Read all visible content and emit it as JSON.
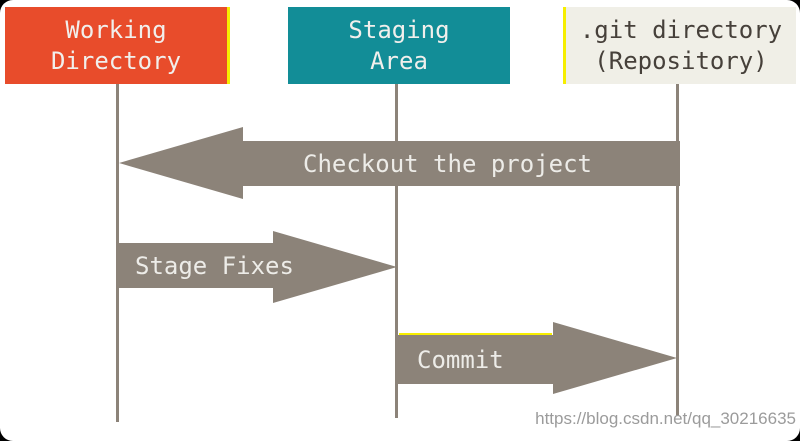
{
  "diagram": {
    "boxes": [
      {
        "name": "working-directory",
        "line1": "Working",
        "line2": "Directory"
      },
      {
        "name": "staging-area",
        "line1": "Staging",
        "line2": "Area"
      },
      {
        "name": "git-directory",
        "line1": ".git directory",
        "line2": "(Repository)"
      }
    ],
    "arrows": [
      {
        "name": "checkout",
        "label": "Checkout the project",
        "direction": "left",
        "from": "git-directory",
        "to": "working-directory"
      },
      {
        "name": "stage-fixes",
        "label": "Stage Fixes",
        "direction": "right",
        "from": "working-directory",
        "to": "staging-area"
      },
      {
        "name": "commit",
        "label": "Commit",
        "direction": "right",
        "from": "staging-area",
        "to": "git-directory"
      }
    ]
  },
  "colors": {
    "background": "#ffffff",
    "working_box": "#e84c2b",
    "staging_box": "#128d97",
    "git_box": "#f0efe7",
    "box_text_light": "#f1efec",
    "git_box_text": "#46403a",
    "arrow": "#8c8379",
    "line": "#8c8379",
    "arrow_text": "#edece8",
    "accent_yellow": "#f6ee00",
    "watermark": "#9b9b9b"
  },
  "watermark": {
    "text": "https://blog.csdn.net/qq_30216635"
  }
}
